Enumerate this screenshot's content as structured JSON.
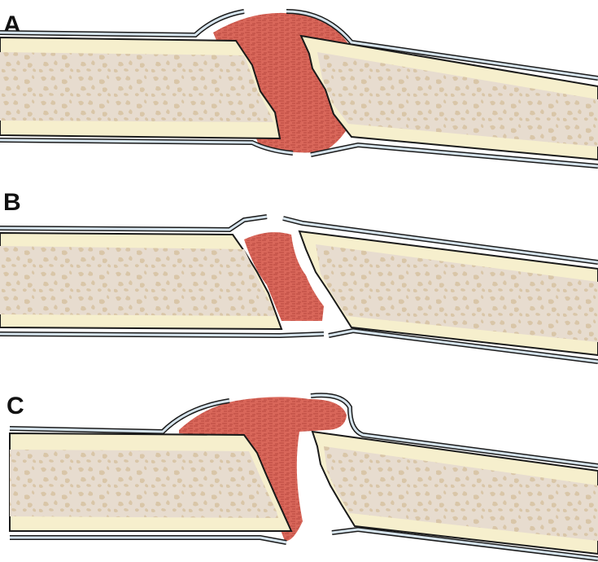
{
  "panels": [
    {
      "id": "A",
      "label": "A"
    },
    {
      "id": "B",
      "label": "B"
    },
    {
      "id": "C",
      "label": "C"
    }
  ],
  "colors": {
    "cortex": "#f6efcd",
    "marrow": "#e7dccf",
    "marrow_spots": "#d9c6a8",
    "periosteum": "#d5e3ec",
    "outline": "#1a1a1a",
    "hematoma": "#d9675a",
    "hematoma_texture": "#b94a40",
    "background": "#ffffff"
  }
}
